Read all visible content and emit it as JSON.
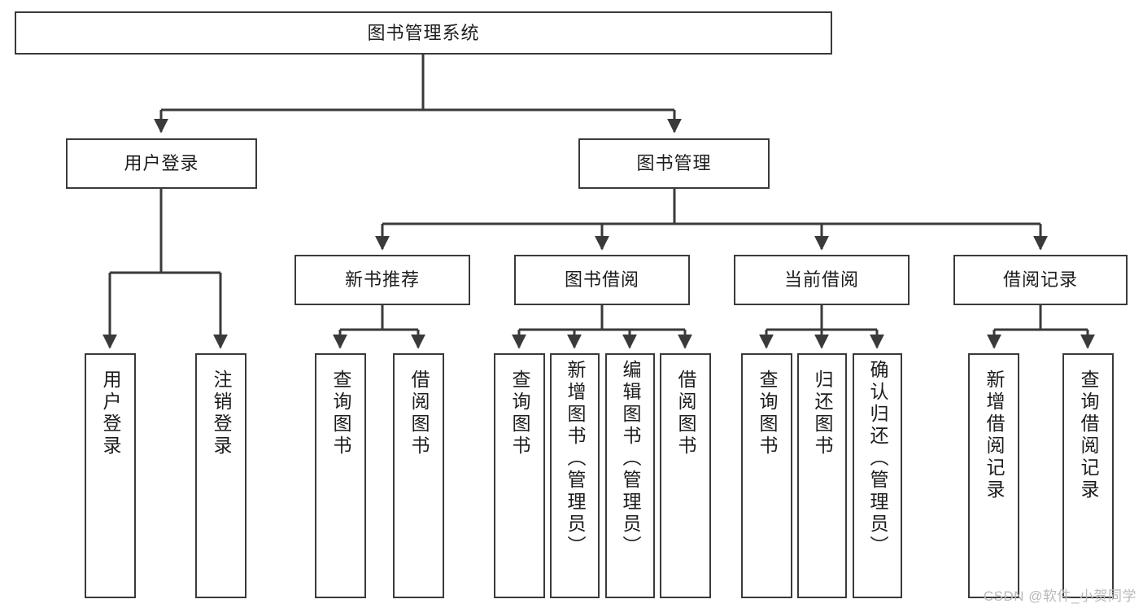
{
  "diagram": {
    "title": "图书管理系统",
    "type": "tree",
    "watermark": "CSDN @软件_小贺同学",
    "colors": {
      "box_border": "#3a3a3a",
      "box_fill": "#ffffff",
      "edge": "#3a3a3a",
      "text": "#1c1c1c",
      "watermark": "#b9b9b9"
    },
    "root": {
      "label": "图书管理系统"
    },
    "level2": [
      {
        "label": "用户登录"
      },
      {
        "label": "图书管理"
      }
    ],
    "level3": [
      {
        "label": "新书推荐"
      },
      {
        "label": "图书借阅"
      },
      {
        "label": "当前借阅"
      },
      {
        "label": "借阅记录"
      }
    ],
    "leaves": {
      "user_login": [
        {
          "label": "用户登录"
        },
        {
          "label": "注销登录"
        }
      ],
      "new_book_recommend": [
        {
          "label": "查询图书"
        },
        {
          "label": "借阅图书"
        }
      ],
      "book_borrow": [
        {
          "label": "查询图书"
        },
        {
          "label": "新增图书（管理员）"
        },
        {
          "label": "编辑图书（管理员）"
        },
        {
          "label": "借阅图书"
        }
      ],
      "current_borrow": [
        {
          "label": "查询图书"
        },
        {
          "label": "归还图书"
        },
        {
          "label": "确认归还（管理员）"
        }
      ],
      "borrow_record": [
        {
          "label": "新增借阅记录"
        },
        {
          "label": "查询借阅记录"
        }
      ]
    }
  }
}
